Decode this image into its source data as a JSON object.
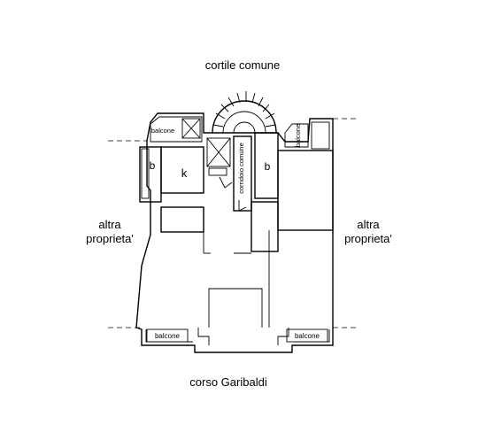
{
  "labels": {
    "top_street": "cortile comune",
    "bottom_street": "corso Garibaldi",
    "left_neighbor_line1": "altra",
    "left_neighbor_line2": "proprieta'",
    "right_neighbor_line1": "altra",
    "right_neighbor_line2": "proprieta'",
    "corridor": "corridoio comune",
    "balcony_top_left": "balcone",
    "balcony_top_right": "balcone",
    "balcony_bottom_left": "balcone",
    "balcony_bottom_right": "balcone",
    "bath_left": "b",
    "kitchen": "k",
    "bath_right": "b"
  }
}
